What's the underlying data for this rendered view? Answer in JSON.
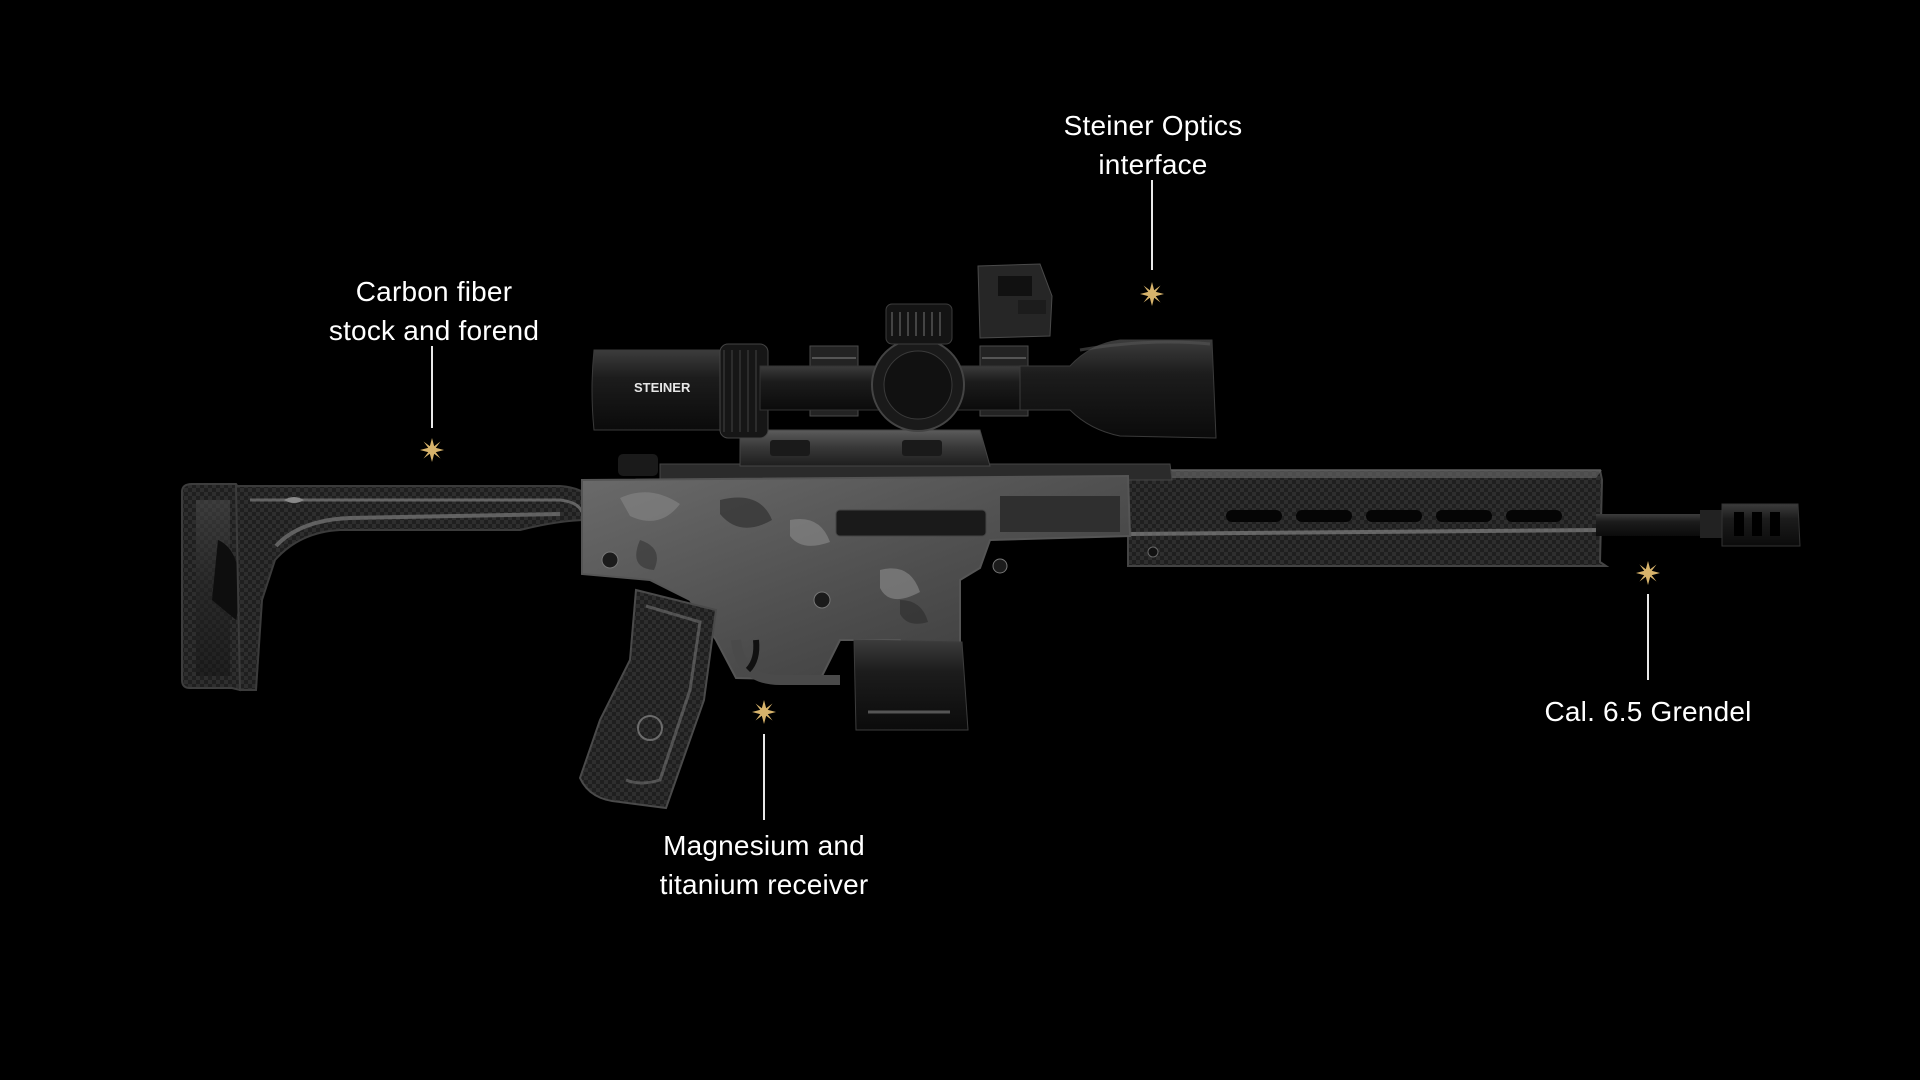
{
  "image": {
    "subject": "rifle-with-scope",
    "scope_brand_text": "STEINER",
    "background_color": "#000000",
    "star_color": "#d7b36b"
  },
  "callouts": [
    {
      "id": "stock",
      "lines": [
        "Carbon fiber",
        "stock and forend"
      ]
    },
    {
      "id": "optics",
      "lines": [
        "Steiner Optics",
        "interface"
      ]
    },
    {
      "id": "receiver",
      "lines": [
        "Magnesium and",
        "titanium receiver"
      ]
    },
    {
      "id": "caliber",
      "lines": [
        "Cal. 6.5 Grendel"
      ]
    }
  ]
}
